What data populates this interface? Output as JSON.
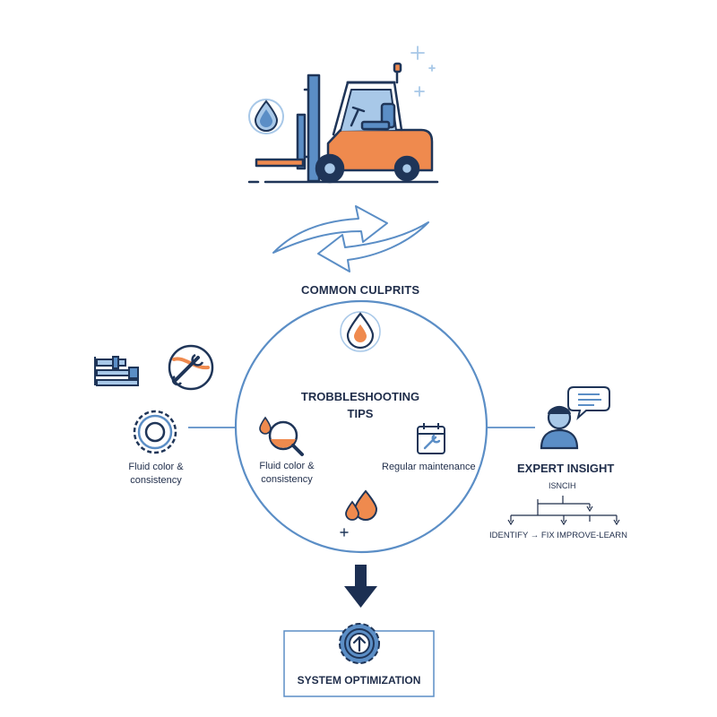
{
  "colors": {
    "navy": "#1f3558",
    "blue": "#5b8ec6",
    "light_blue": "#a8c8e8",
    "orange": "#ef8a4e",
    "arrow_dark": "#1c2f52"
  },
  "diagram": {
    "header": "COMMON CULPRITS",
    "center_title_line1": "TROBBLESHOOTING",
    "center_title_line2": "TIPS",
    "left_outer_label_line1": "Fluid color &",
    "left_outer_label_line2": "consistency",
    "inner_left_label_line1": "Fluid color &",
    "inner_left_label_line2": "consistency",
    "inner_right_label": "Regular maintenance",
    "expert_title": "EXPERT INSIGHT",
    "expert_subtitle": "ISNCIH",
    "expert_steps": "IDENTIFY → FIX IMPROVE-LEARN",
    "bottom_box_label": "SYSTEM OPTIMIZATION"
  },
  "icons": [
    "forklift-icon",
    "water-drop-icon",
    "sparkle-icon",
    "swap-arrows-icon",
    "pipe-icon",
    "wrench-icon",
    "gear-icon",
    "magnifier-drop-icon",
    "calendar-wrench-icon",
    "drops-icon",
    "person-icon",
    "chat-bubble-icon",
    "down-arrow-icon",
    "settings-upload-icon"
  ]
}
